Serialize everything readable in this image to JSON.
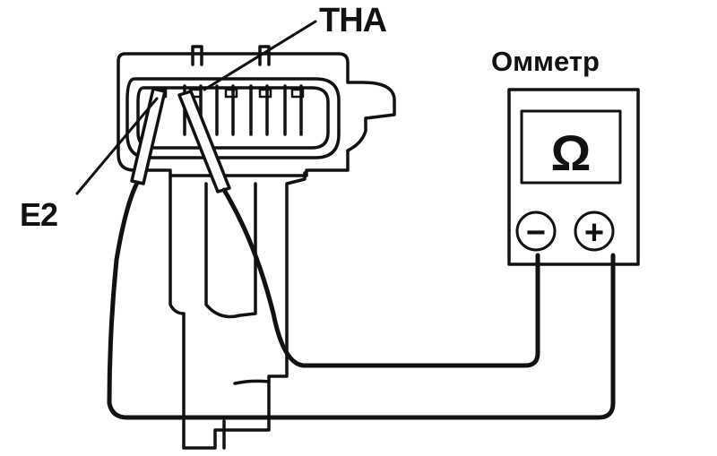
{
  "labels": {
    "tha": "THA",
    "e2": "E2",
    "ohmmeter": "Омметр"
  },
  "ohmmeter_symbols": {
    "unit": "Ω",
    "negative": "−",
    "positive": "+"
  },
  "colors": {
    "line": "#111111",
    "background": "#ffffff"
  }
}
